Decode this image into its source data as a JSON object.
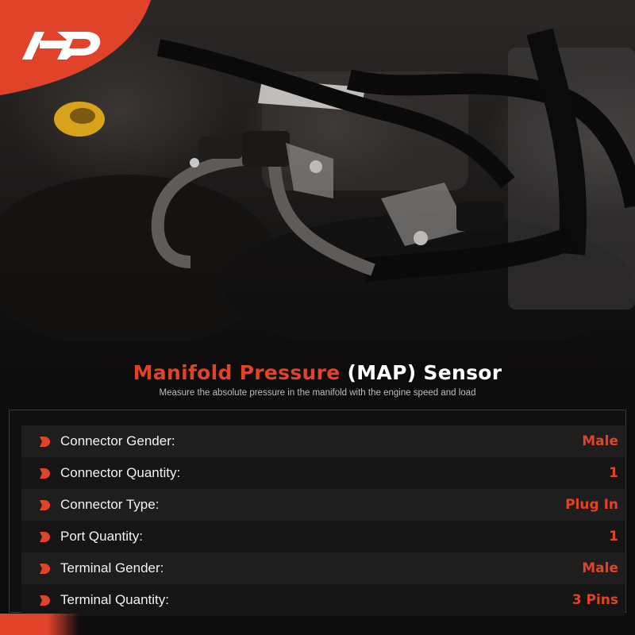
{
  "brand": {
    "logo_icon": "a-premium-logo",
    "accent_color": "#e0432a"
  },
  "header": {
    "title_accent": "Manifold Pressure",
    "title_rest": " (MAP) Sensor",
    "subtitle": "Measure the absolute pressure in the manifold with the engine speed and load"
  },
  "specs": [
    {
      "label": "Connector Gender:",
      "value": "Male"
    },
    {
      "label": "Connector Quantity:",
      "value": "1"
    },
    {
      "label": "Connector Type:",
      "value": "Plug In"
    },
    {
      "label": "Port Quantity:",
      "value": "1"
    },
    {
      "label": "Terminal Gender:",
      "value": "Male"
    },
    {
      "label": "Terminal Quantity:",
      "value": "3 Pins"
    }
  ]
}
